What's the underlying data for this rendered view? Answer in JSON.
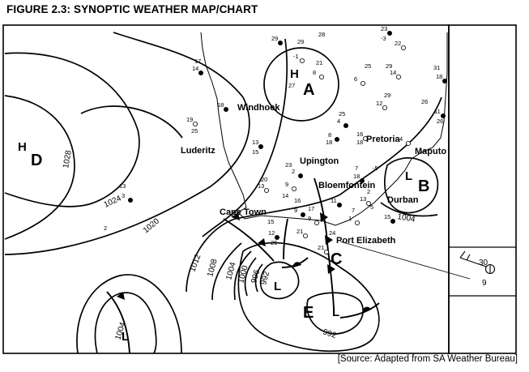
{
  "figure_title": "FIGURE 2.3:  SYNOPTIC WEATHER MAP/CHART",
  "source": "[Source: Adapted from SA Weather Bureau]",
  "places": {
    "windhoek": "Windhoek",
    "luderitz": "Luderitz",
    "upington": "Upington",
    "pretoria": "Pretoria",
    "maputo": "Maputo",
    "bloemfontein": "Bloemfontein",
    "durban": "Durban",
    "cape_town": "Cape Town",
    "port_elizabeth": "Port Elizabeth"
  },
  "pressure_labels": {
    "h_west": "H",
    "h_north": "H",
    "l_maputo": "L",
    "l_south": "L",
    "l_east": "L",
    "l_sw": "L"
  },
  "features": {
    "a": "A",
    "b": "B",
    "c": "C",
    "d": "D",
    "e": "E"
  },
  "isobars": {
    "i1028": "1028",
    "i1024": "1024",
    "i1020": "1020",
    "i1012": "1012",
    "i1008": "1008",
    "i1004": "1004",
    "i1000": "1000",
    "i996": "996",
    "i992": "992",
    "i992b": "992",
    "i1004_east": "1004",
    "i1004_sw": "1004"
  },
  "station_model": {
    "temperature": "30",
    "dew_point": "9"
  },
  "stations": [
    "29",
    "29",
    "-1",
    "28",
    "23",
    "-3",
    "22",
    "17",
    "14",
    "21",
    "8",
    "27",
    "18",
    "25",
    "6",
    "31",
    "18",
    "29",
    "14",
    "25",
    "4",
    "29",
    "12",
    "26",
    "11",
    "26",
    "19",
    "25",
    "8",
    "18",
    "16",
    "18",
    "13",
    "15",
    "4",
    "23",
    "2",
    "20",
    "13",
    "7",
    "18",
    "-5",
    "9",
    "14",
    "11",
    "17",
    "9",
    "16",
    "9",
    "7",
    "1",
    "13",
    "3",
    "2",
    "21",
    "24",
    "12",
    "26",
    "13",
    "5",
    "15",
    "2",
    "21",
    "15"
  ]
}
